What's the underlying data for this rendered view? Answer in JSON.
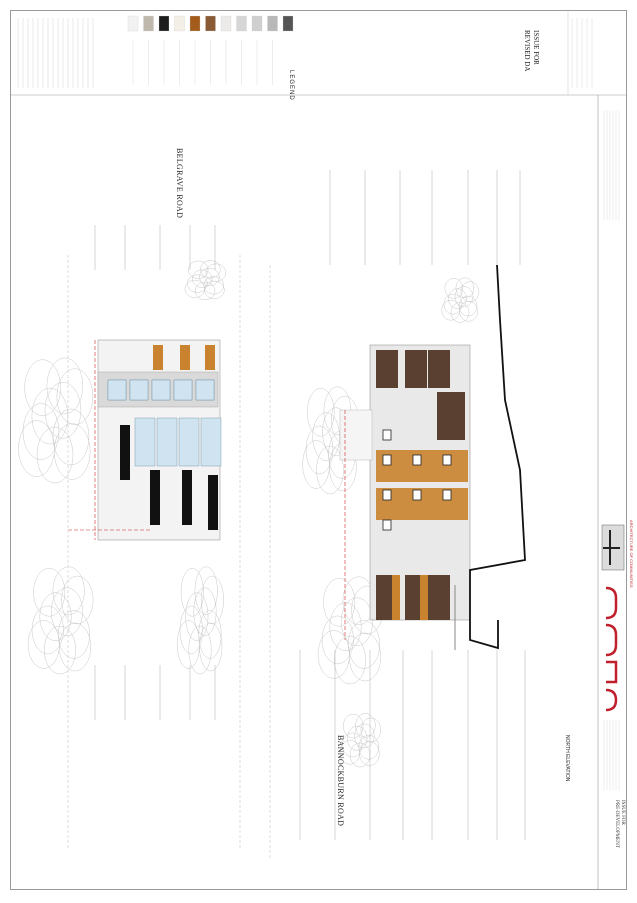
{
  "legend": {
    "title": "LEGEND"
  },
  "issue_stamp": {
    "line1": "ISSUE FOR",
    "line2": "REVISED DA"
  },
  "roads": {
    "upper": "BELGRAVE ROAD",
    "lower": "BANNOCKBURN ROAD"
  },
  "drawing_title": {
    "text": "NORTH ELEVATION"
  },
  "title_block": {
    "status_line1": "ISSUE FOR",
    "status_line2": "PRE-DEVELOPMENT",
    "logo_caption": "ARCHITECTURE OF COMMUNITIES"
  },
  "swatches": {
    "colors": [
      "#f2f2f2",
      "#bfb8ac",
      "#1c1c1c",
      "#f4efe6",
      "#a35c1b",
      "#8a5a34",
      "#ecebea",
      "#d6d6d6",
      "#cfcfcf",
      "#b8b8b8",
      "#555555"
    ]
  },
  "colors": {
    "timber": "#c9832f",
    "dark_cladding": "#5a4030",
    "glass": "#cfe3f0",
    "render": "#d9d9d9",
    "boundary_red": "#cc2a2a",
    "logo_red": "#c0202c"
  }
}
